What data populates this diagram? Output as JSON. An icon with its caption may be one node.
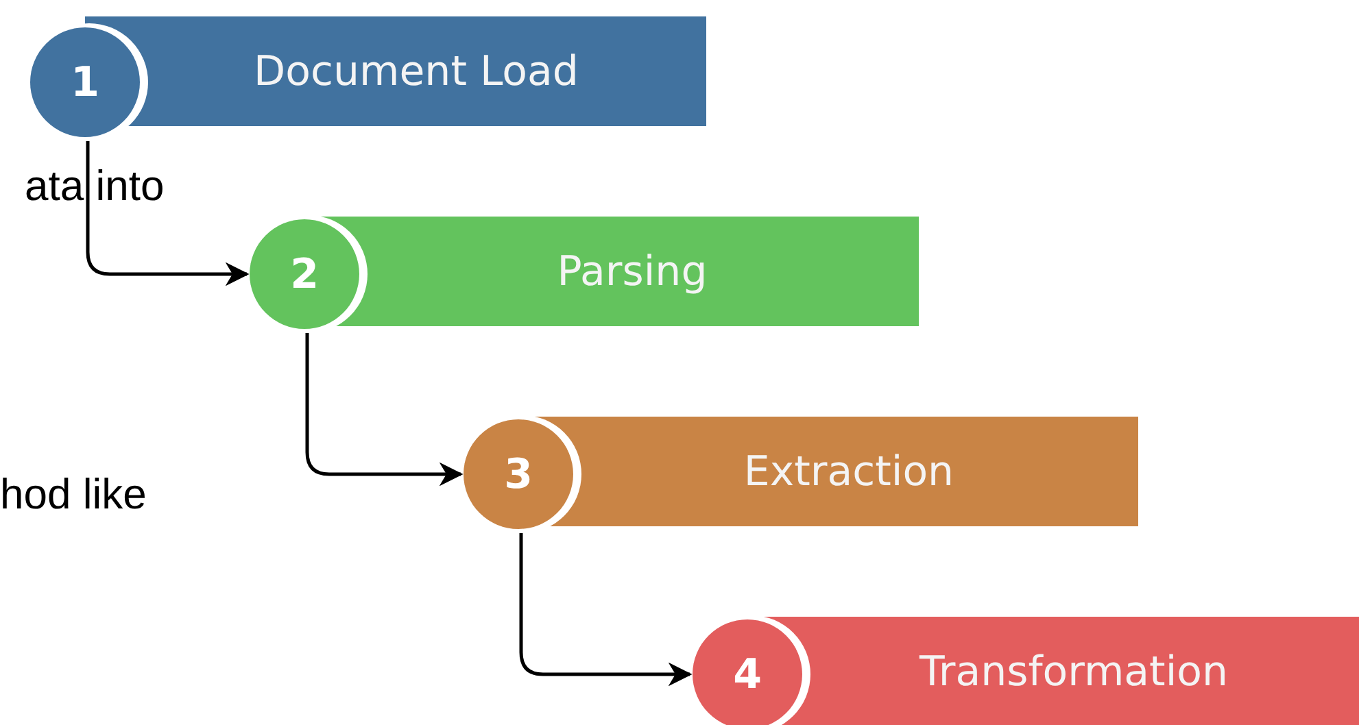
{
  "diagram": {
    "nodes": [
      {
        "text": [
          "1",
          "Document Load"
        ]
      },
      {
        "text": [
          "2",
          "Parsing"
        ]
      },
      {
        "text": [
          "3",
          "Extraction"
        ]
      },
      {
        "text": [
          "4",
          "Transformation"
        ]
      }
    ],
    "edges": [
      {
        "from": 0,
        "to": 1,
        "arrow": "to"
      },
      {
        "from": 1,
        "to": 2,
        "arrow": "to"
      },
      {
        "from": 2,
        "to": 3,
        "arrow": "to"
      }
    ],
    "labels": [
      "ata into",
      "hod like"
    ]
  }
}
